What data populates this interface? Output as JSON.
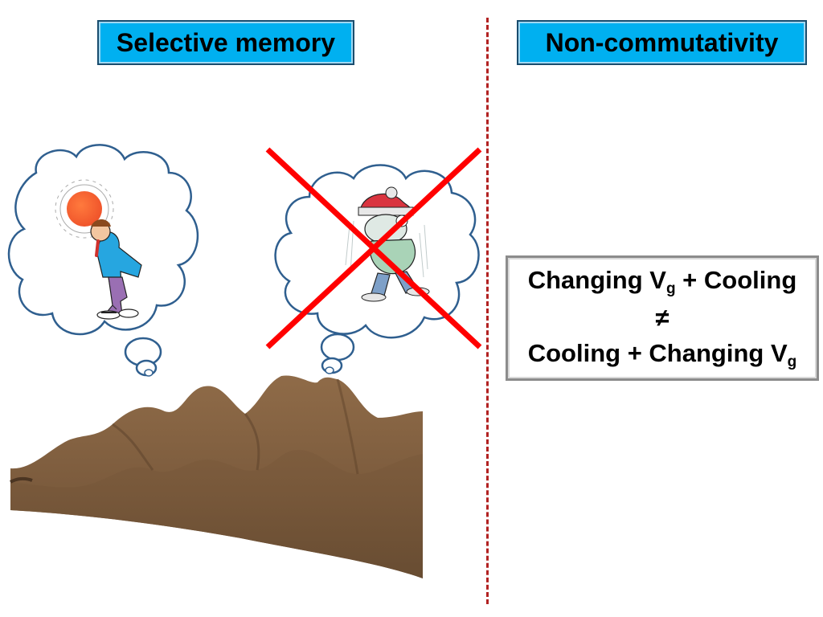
{
  "titles": {
    "left": "Selective memory",
    "right": "Non-commutativity"
  },
  "formula": {
    "line1": {
      "pre": "Changing V",
      "sub": "g",
      "post": " + Cooling"
    },
    "neq": "≠",
    "line2": {
      "pre": "Cooling + Changing V",
      "sub": "g"
    }
  },
  "colors": {
    "title_fill": "#00b0f0",
    "divider": "#b22222",
    "cross": "#ff0000",
    "landscape": "#7a5a3c",
    "cloud_outline": "#2f5f8f"
  },
  "icons": {
    "hot_person": "sweating-person-in-sun-icon",
    "cold_person": "freezing-person-icon",
    "cross": "red-x-cross-icon",
    "landscape": "energy-landscape-surface"
  }
}
